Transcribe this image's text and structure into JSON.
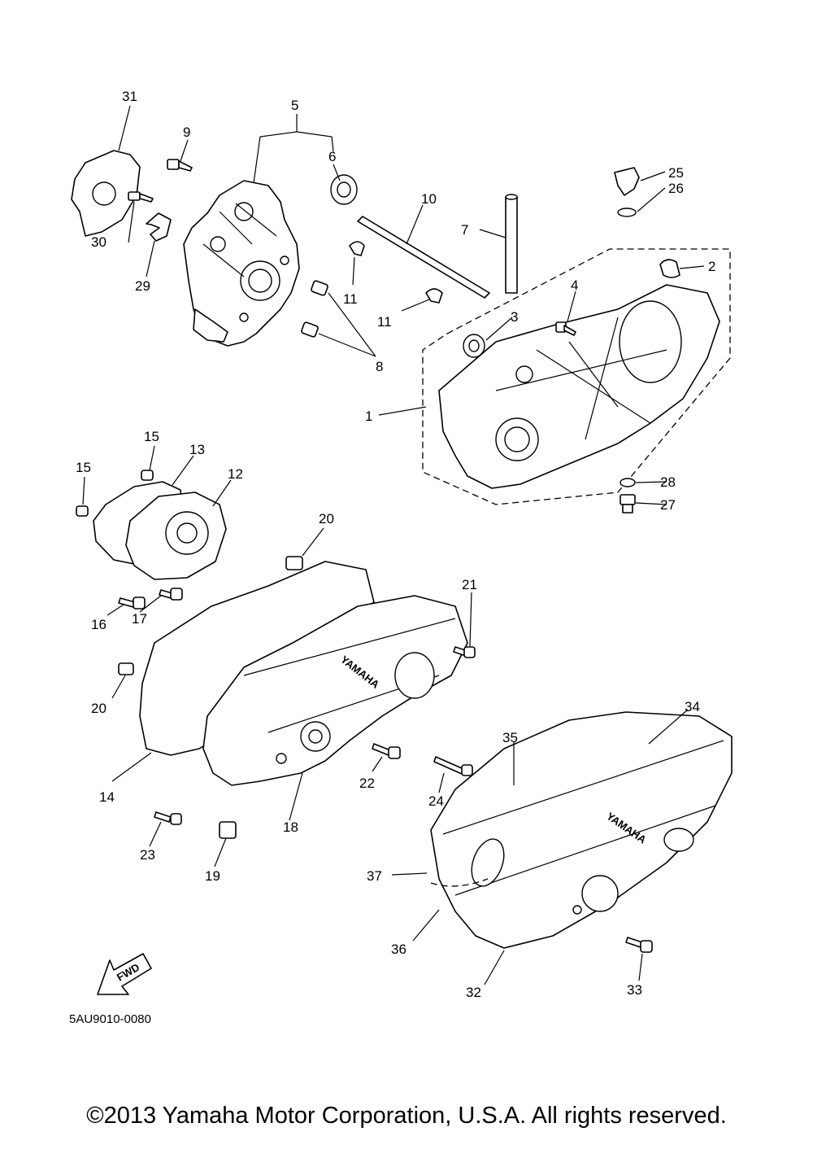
{
  "diagram": {
    "drawing_code": "5AU9010-0080",
    "copyright": "©2013 Yamaha Motor Corporation, U.S.A. All rights reserved.",
    "brand_mark": "YAMAHA",
    "direction_mark": "FWD",
    "callouts": [
      "1",
      "2",
      "3",
      "4",
      "5",
      "6",
      "7",
      "8",
      "9",
      "10",
      "11",
      "11",
      "12",
      "13",
      "14",
      "15",
      "15",
      "16",
      "17",
      "18",
      "19",
      "20",
      "20",
      "21",
      "22",
      "23",
      "24",
      "25",
      "26",
      "27",
      "28",
      "29",
      "30",
      "31",
      "32",
      "33",
      "34",
      "35",
      "36",
      "37"
    ]
  }
}
